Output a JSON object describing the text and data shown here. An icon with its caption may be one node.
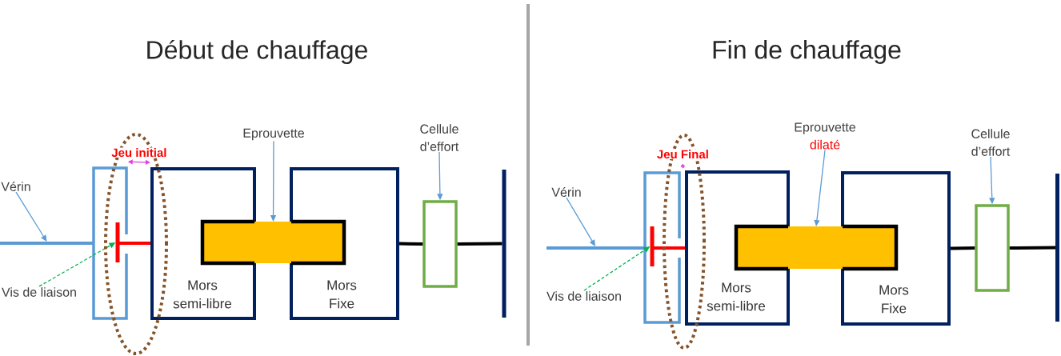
{
  "diagram": {
    "nodes": [
      {
        "text": [
          "Vérin"
        ]
      },
      {
        "text": [],
        "shape": "bar"
      },
      {
        "text": [],
        "shape": "box"
      },
      {
        "text": [],
        "shape": "picture"
      },
      {
        "text": [
          "Vis de liaison"
        ]
      },
      {
        "text": [
          "Mors semi-libre"
        ]
      },
      {
        "text": [
          "Eprouvette"
        ]
      },
      {
        "text": [],
        "shape": "bar"
      },
      {
        "text": [
          "Mors Fixe"
        ]
      },
      {
        "text": [
          "Cellule d’effort"
        ]
      },
      {
        "text": [],
        "shape": "box"
      },
      {
        "text": [],
        "shape": "bar"
      },
      {
        "text": [
          "Vérin"
        ]
      },
      {
        "text": [],
        "shape": "bar"
      },
      {
        "text": [],
        "shape": "box"
      },
      {
        "text": [],
        "shape": "picture"
      },
      {
        "text": [
          "Vis de liaison"
        ]
      },
      {
        "text": [
          "Mors semi-libre"
        ]
      },
      {
        "text": [
          "Eprouvette",
          "dilaté"
        ]
      },
      {
        "text": [],
        "shape": "bar"
      },
      {
        "text": [
          "Mors Fixe"
        ]
      },
      {
        "text": [
          "Cellule d’effort"
        ]
      },
      {
        "text": [],
        "shape": "box"
      },
      {
        "text": [],
        "shape": "bar"
      }
    ],
    "edges": [
      {
        "from": 0,
        "to": 1,
        "arrow": "to"
      },
      {
        "from": 4,
        "to": 3,
        "arrow": "to",
        "style": "dashed",
        "color": "#00b050"
      },
      {
        "from": 6,
        "to": 7,
        "arrow": "to"
      },
      {
        "from": 9,
        "to": 10,
        "arrow": "to"
      },
      {
        "from": 8,
        "to": 10,
        "arrow": "none",
        "style": "thick",
        "color": "#000000"
      },
      {
        "from": 10,
        "to": 11,
        "arrow": "none",
        "style": "thick",
        "color": "#000000"
      },
      {
        "from": 2,
        "to": 5,
        "arrow": "both",
        "label": "Jeu initial",
        "color": "#e040e0"
      },
      {
        "from": 12,
        "to": 13,
        "arrow": "to"
      },
      {
        "from": 16,
        "to": 15,
        "arrow": "to",
        "style": "dashed",
        "color": "#00b050"
      },
      {
        "from": 18,
        "to": 19,
        "arrow": "to"
      },
      {
        "from": 21,
        "to": 22,
        "arrow": "to"
      },
      {
        "from": 20,
        "to": 22,
        "arrow": "none",
        "style": "thick",
        "color": "#000000"
      },
      {
        "from": 22,
        "to": 23,
        "arrow": "none",
        "style": "thick",
        "color": "#000000"
      },
      {
        "from": 14,
        "to": 17,
        "arrow": "both",
        "label": "Jeu Final",
        "color": "#e040e0"
      }
    ],
    "labels": [
      "Début de chauffage",
      "Fin de chauffage"
    ]
  }
}
